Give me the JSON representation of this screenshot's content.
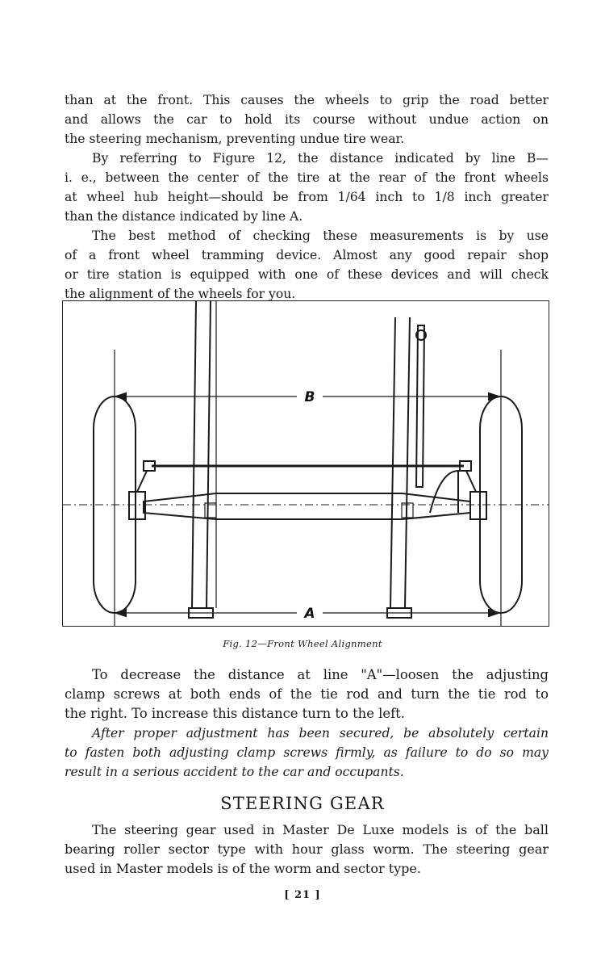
{
  "para1": {
    "lines": [
      "than at the front. This causes the wheels to grip the road better",
      "and allows the car to hold its course without undue action on",
      "the steering mechanism, preventing undue tire wear."
    ]
  },
  "para2": {
    "lines": [
      "By referring to Figure 12, the distance indicated by line B—",
      "i. e., between the center of the tire at the rear of the front wheels",
      "at wheel hub height—should be from 1/64 inch to 1/8 inch greater",
      "than the distance indicated by line A."
    ]
  },
  "para3": {
    "lines": [
      "The best method of checking these measurements is by use",
      "of a front wheel tramming device. Almost any good repair shop",
      "or tire station is equipped with one of these devices and will check",
      "the alignment of the wheels for you."
    ]
  },
  "figure": {
    "label_b": "B",
    "label_a": "A",
    "caption": "Fig. 12—Front Wheel Alignment"
  },
  "para4": {
    "lines": [
      "To decrease the distance at line \"A\"—loosen the adjusting",
      "clamp screws at both ends of the tie rod and turn the tie rod to",
      "the right. To increase this distance turn to the left."
    ]
  },
  "para5": {
    "lines": [
      "After proper adjustment has been secured, be absolutely certain",
      "to fasten both adjusting clamp screws firmly, as failure to do so may",
      "result in a serious accident to the car and occupants."
    ]
  },
  "section": {
    "heading": "STEERING GEAR"
  },
  "para6": {
    "lines": [
      "The steering gear used in Master De Luxe models is of the ball",
      "bearing roller sector type with hour glass worm. The steering gear",
      "used in Master models is of the worm and sector type."
    ]
  },
  "page_number": "[ 21 ]"
}
